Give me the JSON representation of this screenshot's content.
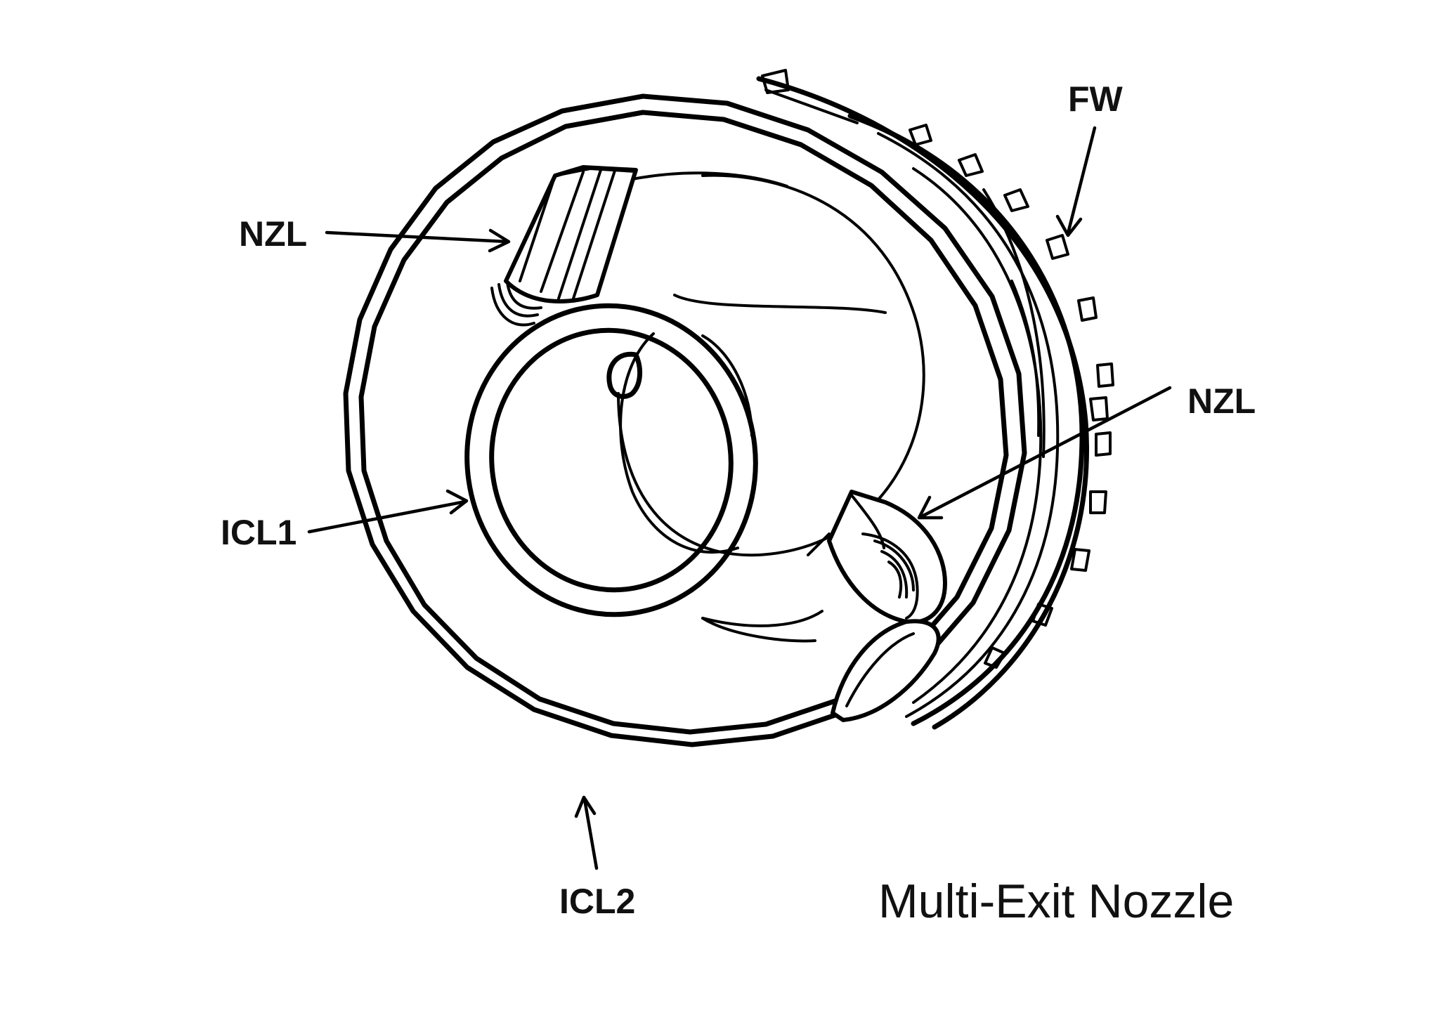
{
  "figure": {
    "caption": "Multi-Exit Nozzle",
    "labels": {
      "fw": "FW",
      "nzl_top": "NZL",
      "nzl_right": "NZL",
      "icl1": "ICL1",
      "icl2": "ICL2"
    },
    "colors": {
      "line": "#000000",
      "background": "#ffffff"
    }
  }
}
